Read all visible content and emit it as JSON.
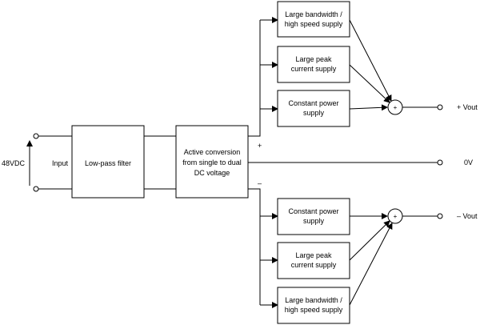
{
  "input": {
    "voltage_label": "48VDC",
    "input_label": "Input"
  },
  "blocks": {
    "filter": [
      "Low-pass filter"
    ],
    "converter": [
      "Active conversion",
      "from single to dual",
      "DC voltage"
    ]
  },
  "polarity": {
    "plus": "+",
    "minus": "–"
  },
  "top_supplies": [
    [
      "Large bandwidth /",
      "high speed supply"
    ],
    [
      "Large peak",
      "current supply"
    ],
    [
      "Constant power",
      "supply"
    ]
  ],
  "bottom_supplies": [
    [
      "Constant power",
      "supply"
    ],
    [
      "Large peak",
      "current supply"
    ],
    [
      "Large bandwidth /",
      "high speed supply"
    ]
  ],
  "summer_symbol": "+",
  "outputs": {
    "pos": "+ Vout",
    "zero": "0V",
    "neg": "– Vout"
  }
}
